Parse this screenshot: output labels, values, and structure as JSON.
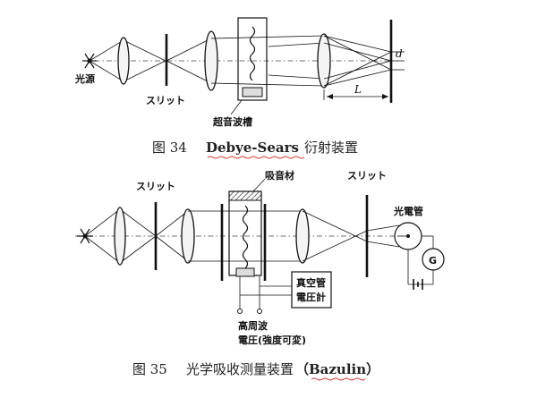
{
  "fig34": {
    "label_light_source": "光源",
    "label_slit": "スリット",
    "label_tank": "超音波槽",
    "label_d": "d",
    "label_L": "L",
    "caption_prefix": "图 34",
    "caption_name": "Debye-Sears",
    "caption_suffix": "衍射装置"
  },
  "fig35": {
    "label_slit_left": "スリット",
    "label_absorber": "吸音材",
    "label_slit_right": "スリット",
    "label_phototube": "光電管",
    "label_G": "G",
    "label_vtvm_line1": "真空管",
    "label_vtvm_line2": "電圧計",
    "label_hf_line1": "高周波",
    "label_hf_line2": "電圧(強度可変)",
    "caption_prefix": "图 35",
    "caption_text": "光学吸收测量装置",
    "caption_name": "（Bazulin）"
  },
  "colors": {
    "ink": "#111111",
    "underline": "#dd3333"
  }
}
